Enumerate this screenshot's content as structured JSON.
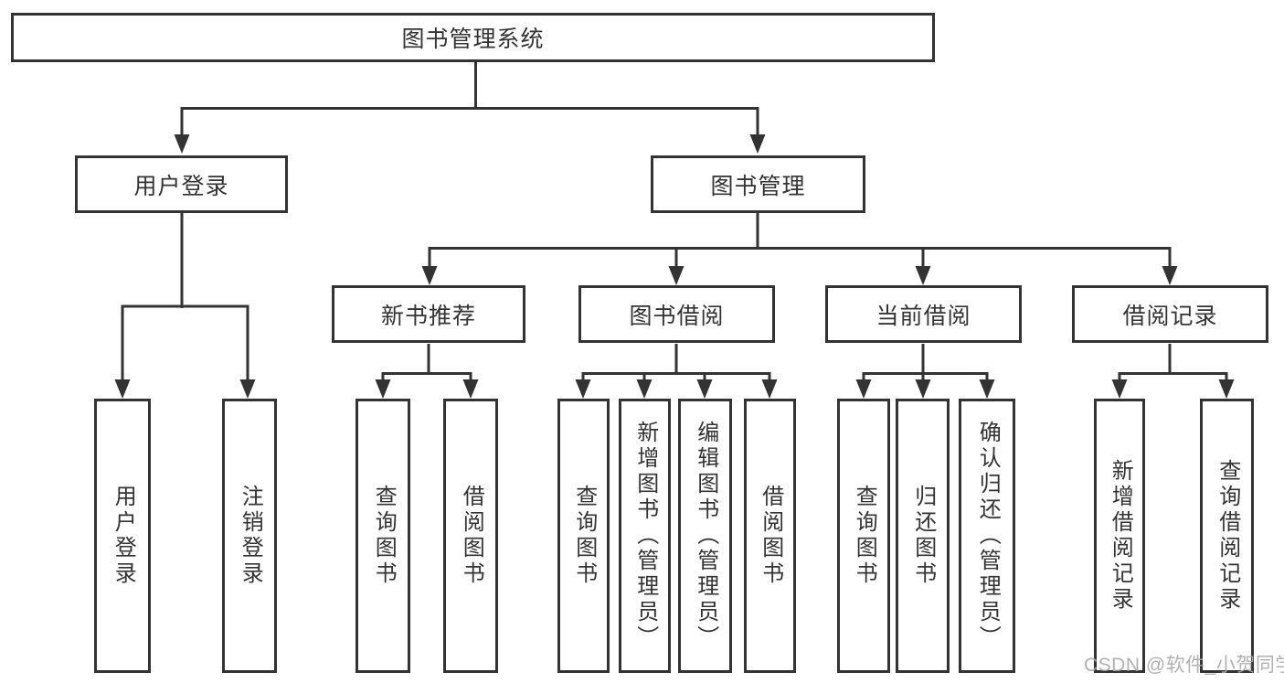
{
  "colors": {
    "line-color": "#333333",
    "text-color": "#333333",
    "box-bg": "#ffffff",
    "page-bg": "#ffffff",
    "watermark-color": "#a9a9a9"
  },
  "watermark": "CSDN @软件_小贺同学",
  "tree": {
    "label": "图书管理系统",
    "children": [
      {
        "label": "用户登录",
        "children": [
          {
            "label": "用户登录"
          },
          {
            "label": "注销登录"
          }
        ]
      },
      {
        "label": "图书管理",
        "children": [
          {
            "label": "新书推荐",
            "children": [
              {
                "label": "查询图书"
              },
              {
                "label": "借阅图书"
              }
            ]
          },
          {
            "label": "图书借阅",
            "children": [
              {
                "label": "查询图书"
              },
              {
                "label": "新增图书（管理员）"
              },
              {
                "label": "编辑图书（管理员）"
              },
              {
                "label": "借阅图书"
              }
            ]
          },
          {
            "label": "当前借阅",
            "children": [
              {
                "label": "查询图书"
              },
              {
                "label": "归还图书"
              },
              {
                "label": "确认归还（管理员）"
              }
            ]
          },
          {
            "label": "借阅记录",
            "children": [
              {
                "label": "新增借阅记录"
              },
              {
                "label": "查询借阅记录"
              }
            ]
          }
        ]
      }
    ]
  }
}
